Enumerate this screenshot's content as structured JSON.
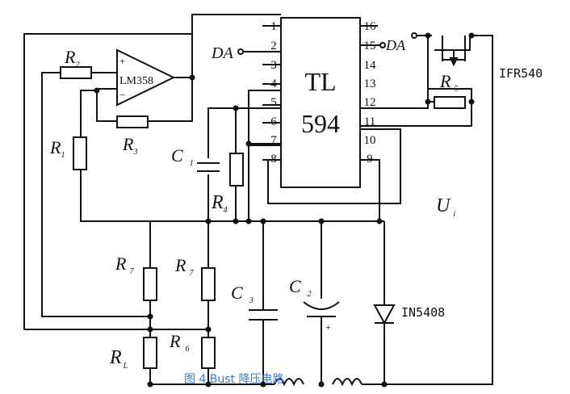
{
  "chip": {
    "line1": "TL",
    "line2": "594",
    "left_pins": [
      "1",
      "2",
      "3",
      "4",
      "5",
      "6",
      "7",
      "8"
    ],
    "right_pins": [
      "16",
      "15",
      "14",
      "13",
      "12",
      "11",
      "10",
      "9"
    ]
  },
  "labels": {
    "opamp": "LM358",
    "opamp_plus": "+",
    "opamp_minus": "−",
    "da_left": "DA",
    "da_right": "DA",
    "mosfet": "IFR540",
    "diode": "IN5408",
    "ui_main": "U",
    "ui_sub": "i",
    "c2_polarity": "+"
  },
  "components": {
    "R2": {
      "m": "R",
      "s": "2"
    },
    "R3": {
      "m": "R",
      "s": "3"
    },
    "R1": {
      "m": "R",
      "s": "1"
    },
    "C1": {
      "m": "C",
      "s": "1"
    },
    "R4": {
      "m": "R",
      "s": "4"
    },
    "R5": {
      "m": "R",
      "s": "5"
    },
    "R7a": {
      "m": "R",
      "s": "7"
    },
    "R7b": {
      "m": "R",
      "s": "7"
    },
    "C3": {
      "m": "C",
      "s": "3"
    },
    "C2": {
      "m": "C",
      "s": "2"
    },
    "RL": {
      "m": "R",
      "s": "L"
    },
    "R6": {
      "m": "R",
      "s": "6"
    }
  },
  "caption": "图 4   Bust 降压电路"
}
